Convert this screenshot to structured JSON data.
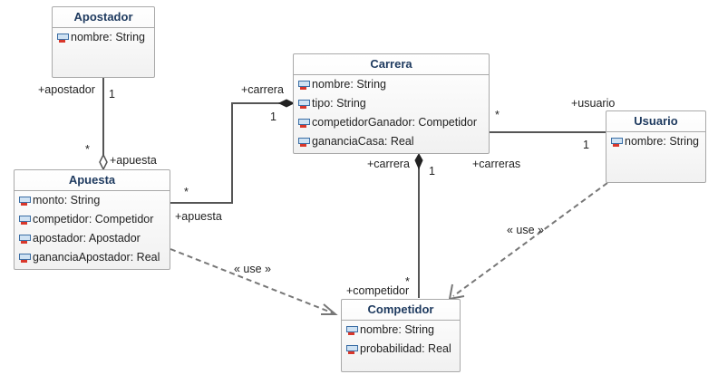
{
  "classes": {
    "apostador": {
      "name": "Apostador",
      "attributes": [
        "nombre: String"
      ]
    },
    "carrera": {
      "name": "Carrera",
      "attributes": [
        "nombre: String",
        "tipo: String",
        "competidorGanador: Competidor",
        "gananciaCasa: Real"
      ]
    },
    "usuario": {
      "name": "Usuario",
      "attributes": [
        "nombre: String"
      ]
    },
    "apuesta": {
      "name": "Apuesta",
      "attributes": [
        "monto: String",
        "competidor: Competidor",
        "apostador: Apostador",
        "gananciaApostador: Real"
      ]
    },
    "competidor": {
      "name": "Competidor",
      "attributes": [
        "nombre: String",
        "probabilidad: Real"
      ]
    }
  },
  "labels": {
    "apostador_role": "+apostador",
    "apostador_mult": "1",
    "apuesta_role_top": "+apuesta",
    "apuesta_mult_top": "*",
    "carrera_role_left": "+carrera",
    "carrera_mult_left": "1",
    "apuesta_mult_right": "*",
    "apuesta_role_right": "+apuesta",
    "usuario_role": "+usuario",
    "usuario_carrera_mult": "*",
    "usuario_mult": "1",
    "carrera_role_bottom": "+carrera",
    "carrera_mult_bottom": "1",
    "carreras_role": "+carreras",
    "competidor_role": "+competidor",
    "competidor_mult": "*",
    "use_left": "« use »",
    "use_right": "« use »"
  },
  "colors": {
    "title": "#1e3a5f",
    "border": "#a9a9a9",
    "line": "#555555",
    "dashed": "#777777"
  }
}
